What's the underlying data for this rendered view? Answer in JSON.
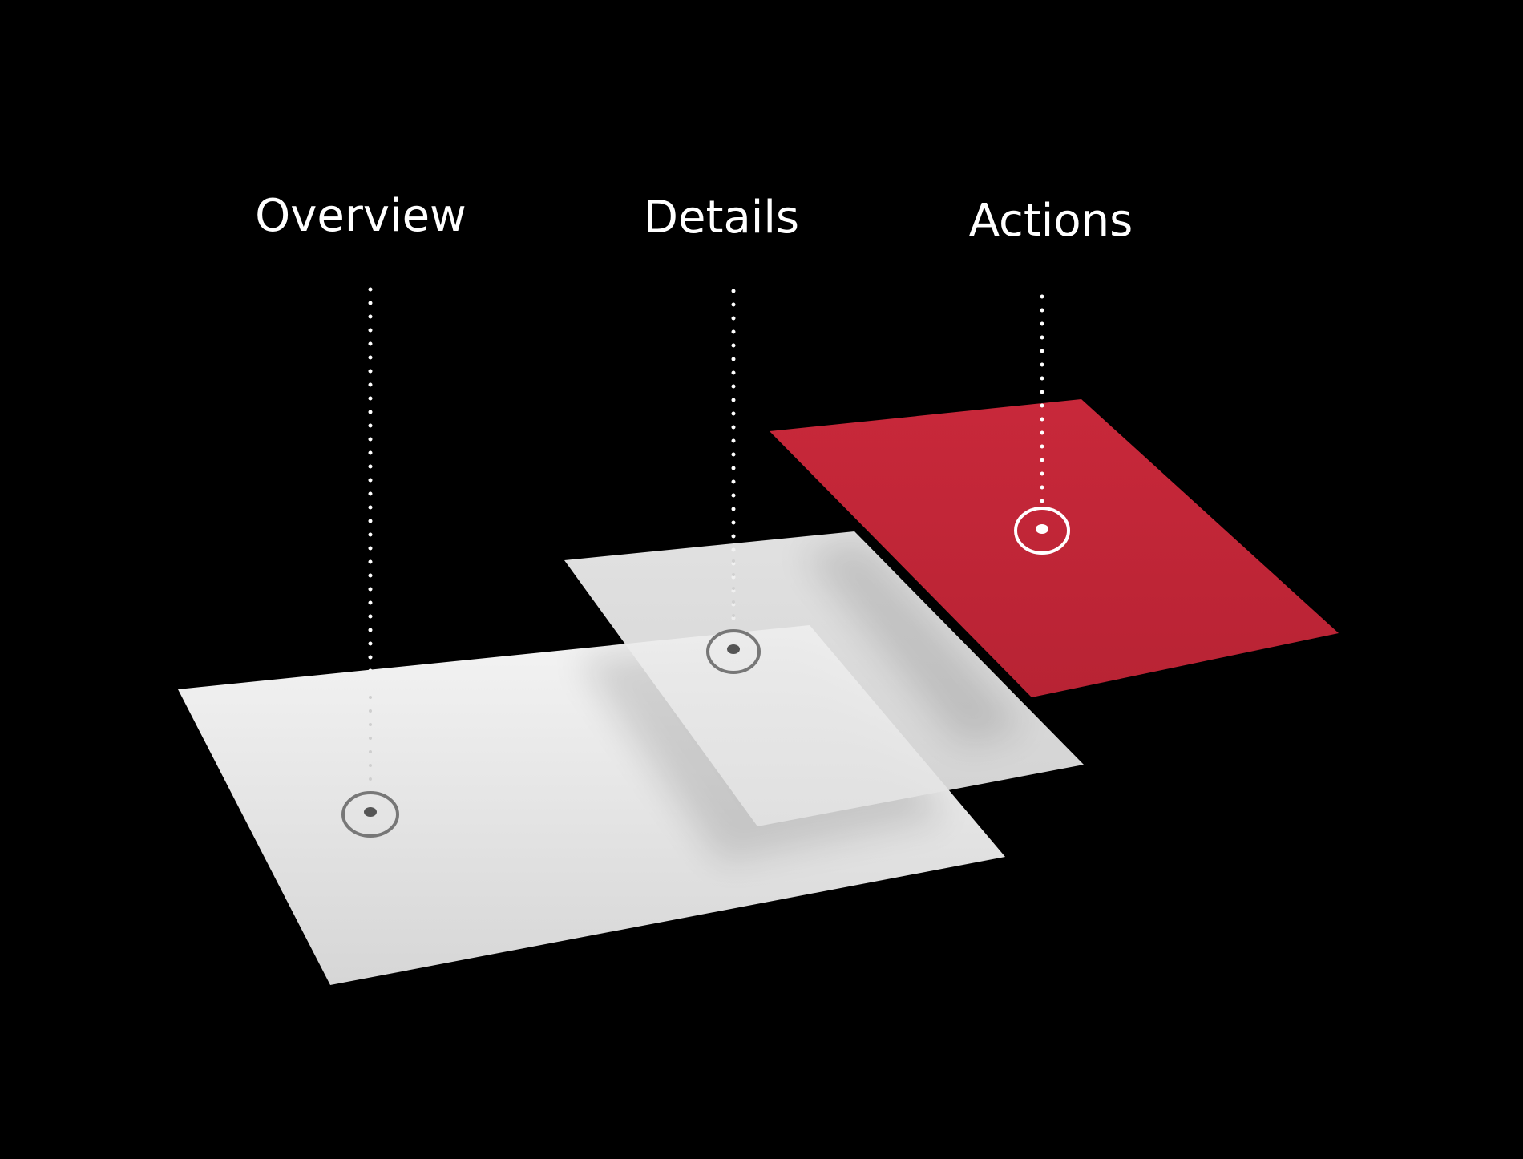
{
  "labels": {
    "overview": "Overview",
    "details": "Details",
    "actions": "Actions"
  },
  "colors": {
    "background": "#000000",
    "plane_light": "#ececec",
    "plane_accent": "#c32638",
    "marker_dark": "#6e6e6e",
    "marker_light": "#ffffff"
  },
  "icons": [
    "target-marker-icon"
  ]
}
